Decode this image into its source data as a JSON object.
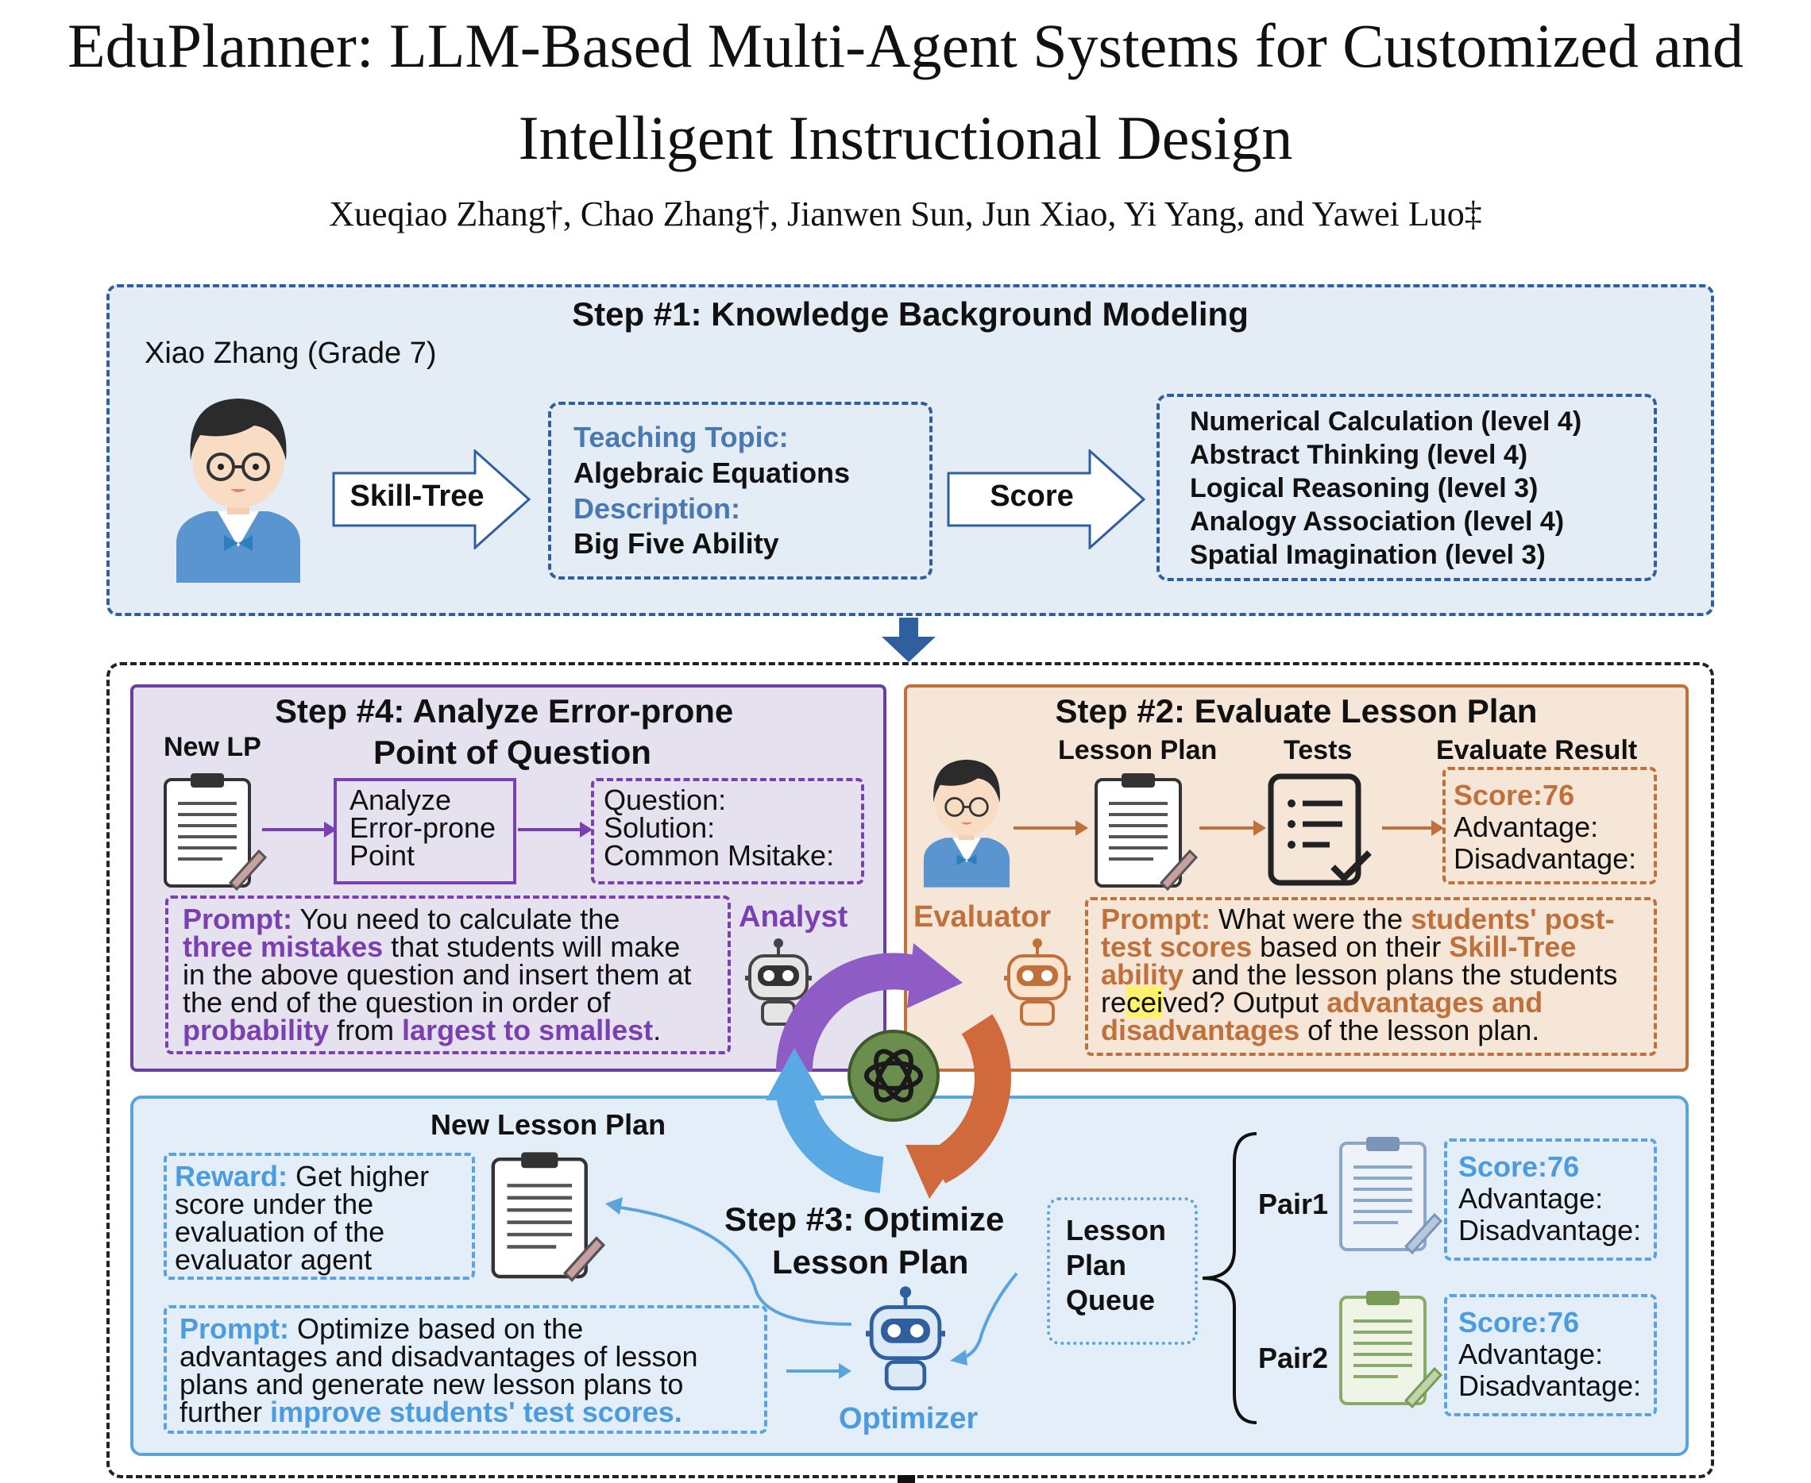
{
  "paper": {
    "title_line1": "EduPlanner: LLM-Based Multi-Agent Systems for Customized and",
    "title_line2": "Intelligent Instructional Design",
    "authors": "Xueqiao Zhang†, Chao Zhang†, Jianwen Sun, Jun Xiao, Yi Yang, and Yawei Luo‡"
  },
  "step1": {
    "title": "Step #1: Knowledge Background Modeling",
    "student": "Xiao Zhang (Grade 7)",
    "arrow1": "Skill-Tree",
    "topic_label": "Teaching Topic:",
    "topic_value": "Algebraic Equations",
    "desc_label": "Description:",
    "desc_value": "Big Five Ability",
    "arrow2": "Score",
    "abilities": [
      "Numerical Calculation (level 4)",
      "Abstract Thinking (level 4)",
      "Logical Reasoning (level 3)",
      "Analogy Association (level 4)",
      "Spatial Imagination (level 3)"
    ]
  },
  "step4": {
    "title1": "Step #4: Analyze Error-prone",
    "title2": "Point of Question",
    "new_lp": "New LP",
    "analyze": [
      "Analyze",
      "Error-prone",
      "Point"
    ],
    "qsc": [
      "Question:",
      "Solution:",
      "Common Msitake:"
    ],
    "agent": "Analyst",
    "prompt": {
      "label": "Prompt:",
      "p1": " You need to calculate the",
      "h1": "three mistakes",
      "p2": " that students will make",
      "p3": "in the above question and insert them at",
      "p4": "the end of the question in order of",
      "h2": "probability",
      "p5": " from ",
      "h3": "largest to smallest",
      "p6": "."
    }
  },
  "step2": {
    "title": "Step #2: Evaluate Lesson Plan",
    "col_lp": "Lesson Plan",
    "col_tests": "Tests",
    "col_result": "Evaluate Result",
    "score": "Score:76",
    "advantage": "Advantage:",
    "disadvantage": "Disadvantage:",
    "agent": "Evaluator",
    "prompt": {
      "label": "Prompt:",
      "p1": " What were the ",
      "h1": "students' post-",
      "h2": "test scores",
      "p2": " based on their ",
      "h3": "Skill-Tree",
      "h4": "ability",
      "p3": " and the lesson plans the students",
      "p4a": "re",
      "p4hl": "cei",
      "p4b": "ved? Output ",
      "h5": "advantages and",
      "h6": "disadvantages",
      "p5": " of the lesson plan."
    }
  },
  "step3": {
    "title1": "Step #3: Optimize",
    "title2": "Lesson Plan",
    "new_lp": "New Lesson Plan",
    "reward_label": "Reward:",
    "reward_l1": " Get higher",
    "reward_l2": "score under the",
    "reward_l3": "evaluation of the",
    "reward_l4": "evaluator agent",
    "prompt": {
      "label": "Prompt:",
      "p1": " Optimize based on the",
      "p2": "advantages and disadvantages of lesson",
      "p3": "plans and generate new lesson plans to",
      "p4": "further ",
      "h1": "improve students' test scores."
    },
    "agent": "Optimizer",
    "queue": [
      "Lesson",
      "Plan",
      "Queue"
    ],
    "pairs": [
      {
        "name": "Pair1",
        "score": "Score:76",
        "advantage": "Advantage:",
        "disadvantage": "Disadvantage:"
      },
      {
        "name": "Pair2",
        "score": "Score:76",
        "advantage": "Advantage:",
        "disadvantage": "Disadvantage:"
      }
    ]
  },
  "colors": {
    "purple": "#7a3fb0",
    "orange": "#c0713b",
    "blue": "#4a9be0",
    "steel": "#4a78b3",
    "step1_bg": "#e4ecf6",
    "cycle_green": "#6b8e4e"
  },
  "icons": [
    "student-avatar-icon",
    "clipboard-icon",
    "checklist-icon",
    "robot-icon",
    "openai-logo-icon",
    "cycle-arrows-icon"
  ]
}
